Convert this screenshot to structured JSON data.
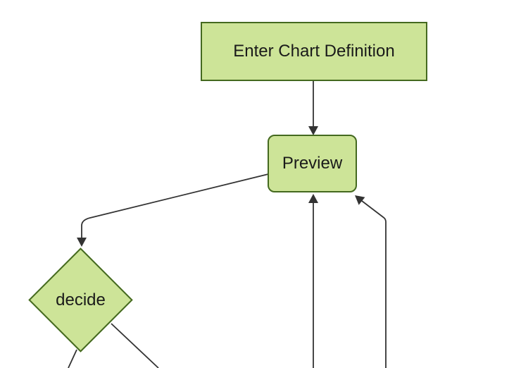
{
  "diagram": {
    "type": "flowchart",
    "colors": {
      "background": "#ffffff",
      "node_fill": "#cde498",
      "node_border": "#44691f",
      "edge": "#333333",
      "text": "#1a1a1a"
    },
    "nodes": [
      {
        "id": "enter-chart-definition",
        "label": "Enter Chart Definition",
        "shape": "rectangle"
      },
      {
        "id": "preview",
        "label": "Preview",
        "shape": "rounded-rectangle"
      },
      {
        "id": "decide",
        "label": "decide",
        "shape": "diamond"
      }
    ],
    "edges": [
      {
        "from": "enter-chart-definition",
        "to": "preview",
        "arrowhead": true
      },
      {
        "from": "preview",
        "to": "decide",
        "arrowhead": true
      },
      {
        "from": "offscreen-bottom-left-of-center",
        "to": "preview",
        "arrowhead": true
      },
      {
        "from": "offscreen-bottom-right-of-center",
        "to": "preview",
        "arrowhead": true
      },
      {
        "from": "decide",
        "to": "offscreen-bottom-left",
        "arrowhead": false
      },
      {
        "from": "decide",
        "to": "offscreen-bottom-right",
        "arrowhead": false
      }
    ]
  }
}
